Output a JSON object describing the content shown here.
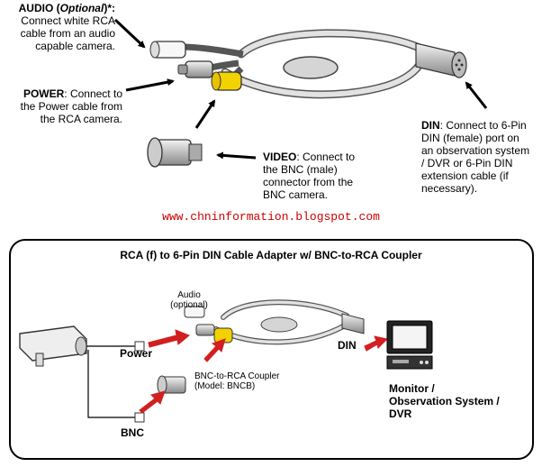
{
  "top": {
    "audio": {
      "term": "AUDIO",
      "paren_open": " (",
      "optional": "Optional",
      "paren_close": ")*:",
      "lines": [
        "Connect white RCA",
        "cable from an audio",
        "capable camera."
      ]
    },
    "power": {
      "term": "POWER",
      "rest": ": Connect to",
      "lines": [
        "the Power cable from",
        "the RCA camera."
      ]
    },
    "video": {
      "term": "VIDEO",
      "rest": ": Connect to",
      "lines": [
        "the BNC (male)",
        "connector from the",
        "BNC camera."
      ]
    },
    "din": {
      "term": "DIN",
      "rest": ": Connect to 6-Pin",
      "lines": [
        "DIN (female) port on",
        "an observation system",
        "/ DVR or 6-Pin DIN",
        "extension cable (if",
        "necessary)."
      ]
    }
  },
  "watermark": "www.chninformation.blogspot.com",
  "panel": {
    "title": "RCA (f) to 6-Pin DIN Cable Adapter w/ BNC-to-RCA Coupler",
    "audio_label": [
      "Audio",
      "(optional)"
    ],
    "power_label": "Power",
    "bnc_label": "BNC",
    "din_label": "DIN",
    "coupler_label": [
      "BNC-to-RCA Coupler",
      "(Model: BNCB)"
    ],
    "monitor_label": [
      "Monitor /",
      "Observation System /",
      "DVR"
    ]
  },
  "colors": {
    "arrow_red": "#d21f1f",
    "cable_gray": "#d8d8d8",
    "rca_yellow": "#f2d200",
    "url_red": "#cc0000"
  }
}
